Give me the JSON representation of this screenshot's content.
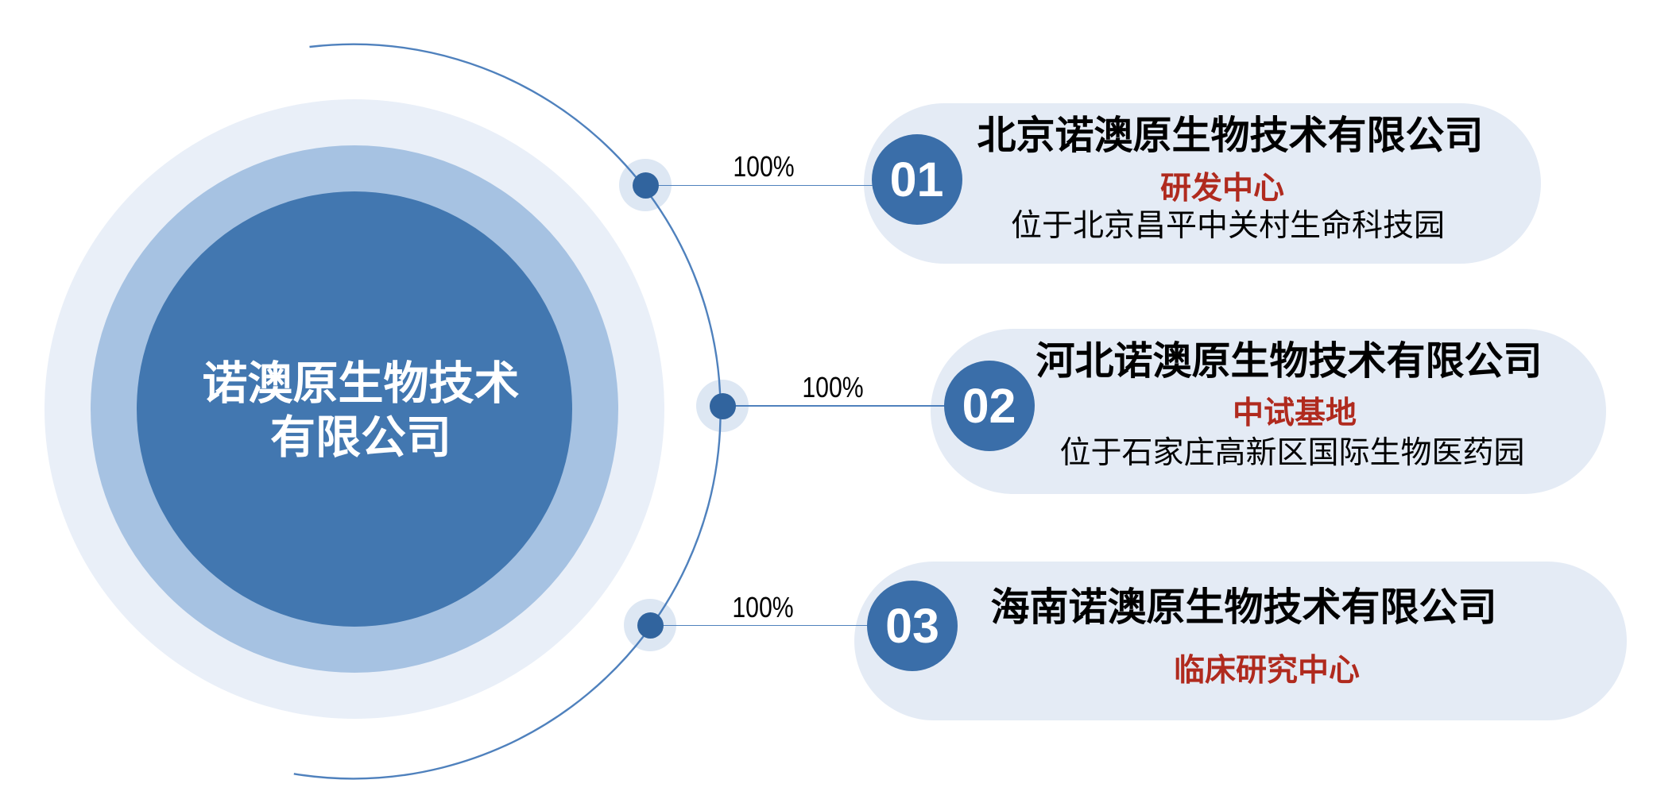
{
  "center": {
    "line1": "诺澳原生物技术",
    "line2": "有限公司"
  },
  "branches": [
    {
      "number": "01",
      "percent": "100%",
      "company": "北京诺澳原生物技术有限公司",
      "role": "研发中心",
      "location": "位于北京昌平中关村生命科技园"
    },
    {
      "number": "02",
      "percent": "100%",
      "company": "河北诺澳原生物技术有限公司",
      "role": "中试基地",
      "location": "位于石家庄高新区国际生物医药园"
    },
    {
      "number": "03",
      "percent": "100%",
      "company": "海南诺澳原生物技术有限公司",
      "role": "临床研究中心",
      "location": ""
    }
  ],
  "colors": {
    "bg": "#ffffff",
    "ring-outer": "#e9eff8",
    "ring-mid": "#a6c2e2",
    "ring-inner": "#4277b0",
    "center-text": "#ffffff",
    "halo": "#dde7f3",
    "dot": "#31649e",
    "line": "#4f81bd",
    "card-bg": "#e4ebf5",
    "badge": "#3a6ea9",
    "badge-text": "#ffffff",
    "title-text": "#000000",
    "accent-red": "#b02a1e",
    "pct-text": "#000000"
  }
}
